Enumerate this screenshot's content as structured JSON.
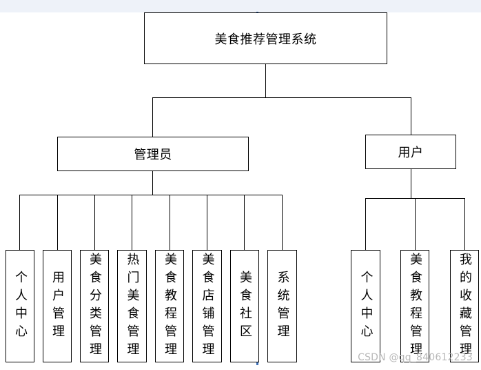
{
  "root": {
    "label": "美食推荐管理系统"
  },
  "branches": [
    {
      "label": "管理员",
      "children": [
        "个人中心",
        "用户管理",
        "美食分类管理",
        "热门美食管理",
        "美食教程管理",
        "美食店铺管理",
        "美食社区",
        "系统管理"
      ]
    },
    {
      "label": "用户",
      "children": [
        "个人中心",
        "美食教程管理",
        "我的收藏管理"
      ]
    }
  ],
  "watermark": "CSDN @qq_840612233",
  "colors": {
    "line": "#000000",
    "box_border": "#000000",
    "top_strip": "#eef2f9",
    "watermark": "#b8b8b8"
  }
}
